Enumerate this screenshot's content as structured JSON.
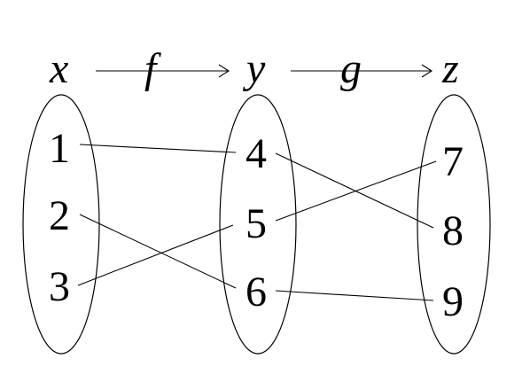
{
  "sets": {
    "x": {
      "label": "x",
      "elements": [
        "1",
        "2",
        "3"
      ]
    },
    "y": {
      "label": "y",
      "elements": [
        "4",
        "5",
        "6"
      ]
    },
    "z": {
      "label": "z",
      "elements": [
        "7",
        "8",
        "9"
      ]
    }
  },
  "functions": {
    "f": {
      "label": "f",
      "from": "x",
      "to": "y"
    },
    "g": {
      "label": "g",
      "from": "y",
      "to": "z"
    }
  },
  "mappings": [
    {
      "from": "1",
      "to": "4"
    },
    {
      "from": "2",
      "to": "6"
    },
    {
      "from": "3",
      "to": "5"
    },
    {
      "from": "4",
      "to": "8"
    },
    {
      "from": "5",
      "to": "7"
    },
    {
      "from": "6",
      "to": "9"
    }
  ]
}
